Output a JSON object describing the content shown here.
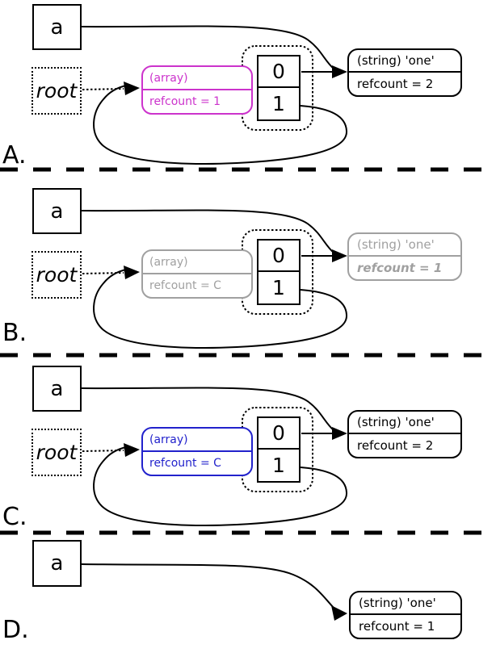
{
  "colors": {
    "black": "#000000",
    "magenta": "#cc33cc",
    "blue": "#2222cc",
    "gray": "#a0a0a0"
  },
  "panels": {
    "a": {
      "label": "A.",
      "variable": "a",
      "root": "root",
      "array_type": "(array)",
      "array_refcount": "refcount = 1",
      "index_0": "0",
      "index_1": "1",
      "string_type": "(string) 'one'",
      "string_refcount": "refcount = 2"
    },
    "b": {
      "label": "B.",
      "variable": "a",
      "root": "root",
      "array_type": "(array)",
      "array_refcount": "refcount = C",
      "index_0": "0",
      "index_1": "1",
      "string_type": "(string) 'one'",
      "string_refcount": "refcount = 1"
    },
    "c": {
      "label": "C.",
      "variable": "a",
      "root": "root",
      "array_type": "(array)",
      "array_refcount": "refcount = C",
      "index_0": "0",
      "index_1": "1",
      "string_type": "(string) 'one'",
      "string_refcount": "refcount = 2"
    },
    "d": {
      "label": "D.",
      "variable": "a",
      "string_type": "(string) 'one'",
      "string_refcount": "refcount = 1"
    }
  }
}
